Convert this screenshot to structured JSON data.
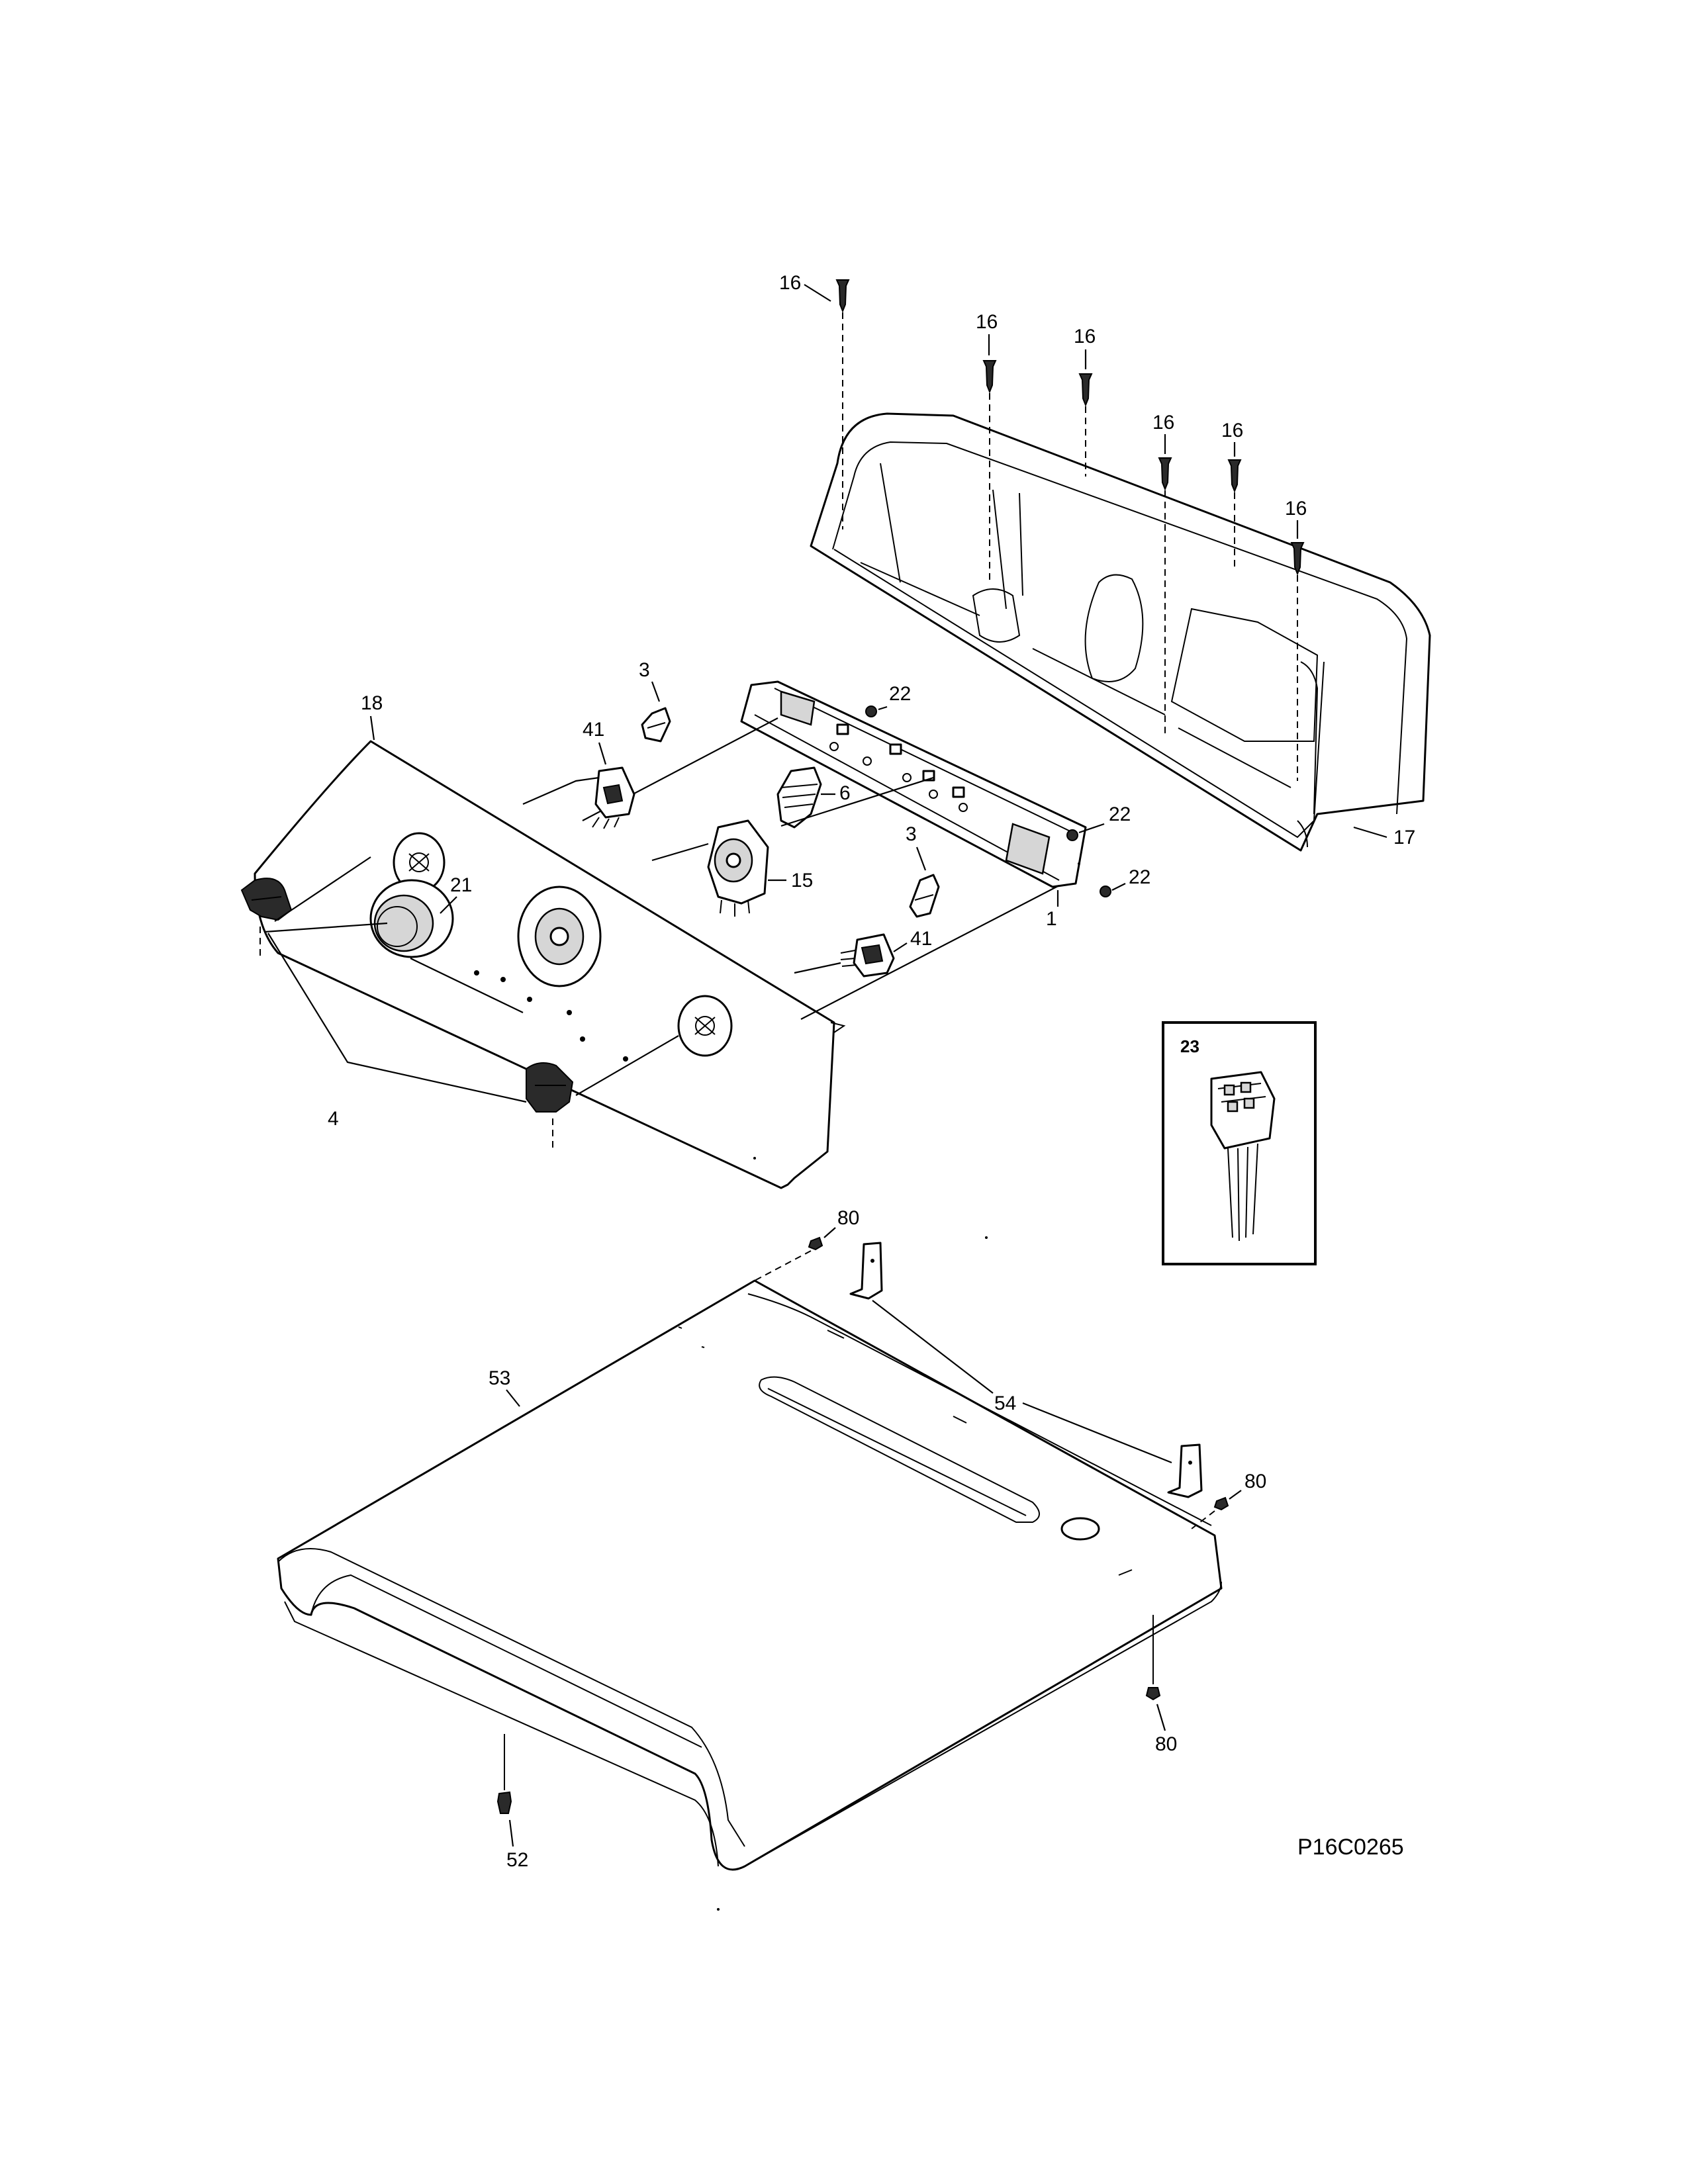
{
  "diagram_code": "P16C0265",
  "inset": {
    "label": "23"
  },
  "callouts": {
    "screw_a": "16",
    "screw_b": "16",
    "screw_c": "16",
    "screw_d": "16",
    "screw_e": "16",
    "screw_f": "16",
    "console": "17",
    "panel": "18",
    "clip_a": "3",
    "clip_b": "3",
    "plug_a": "41",
    "plug_b": "41",
    "pcb_screw_a": "22",
    "pcb_screw_b": "22",
    "pcb_screw_c": "22",
    "harness": "6",
    "selector": "15",
    "board": "1",
    "lens": "21",
    "knobs": "4",
    "lid": "53",
    "bracket": "54",
    "nut_a": "80",
    "nut_b": "80",
    "nut_c": "80",
    "bumper": "52"
  }
}
